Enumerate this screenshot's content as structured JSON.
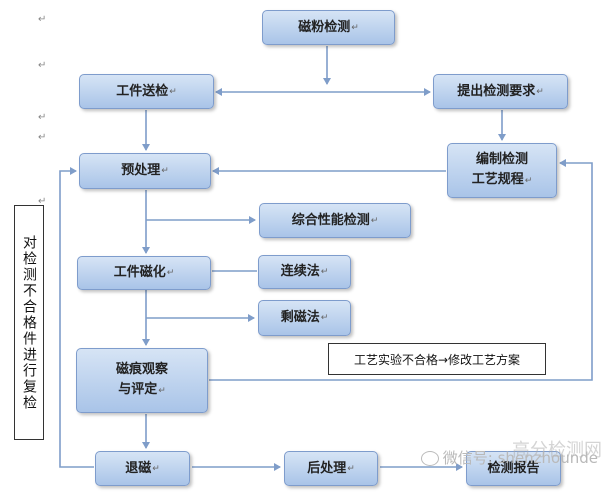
{
  "nodes": {
    "magnetic_inspection": "磁粉检测",
    "workpiece_submit": "工件送检",
    "propose_requirements": "提出检测要求",
    "pretreatment": "预处理",
    "prepare_procedure_line1": "编制检测",
    "prepare_procedure_line2": "工艺规程",
    "comprehensive_test": "综合性能检测",
    "workpiece_magnetization": "工件磁化",
    "continuous_method": "连续法",
    "residual_method": "剩磁法",
    "observe_line1": "磁痕观察",
    "observe_line2": "与评定",
    "demagnetize": "退磁",
    "post_treatment": "后处理",
    "report": "检测报告"
  },
  "paragraph_mark": "↵",
  "side_label": "对检测不合格件进行复检",
  "note": "工艺实验不合格→修改工艺方案",
  "watermark": {
    "wechat": "微信号: shenzhounde",
    "site": "高分检测网"
  },
  "colors": {
    "node_fill_top": "#d6e4f5",
    "node_fill_bottom": "#a9c4e8",
    "node_border": "#7e9ccc",
    "arrow": "#7f9dc9"
  }
}
